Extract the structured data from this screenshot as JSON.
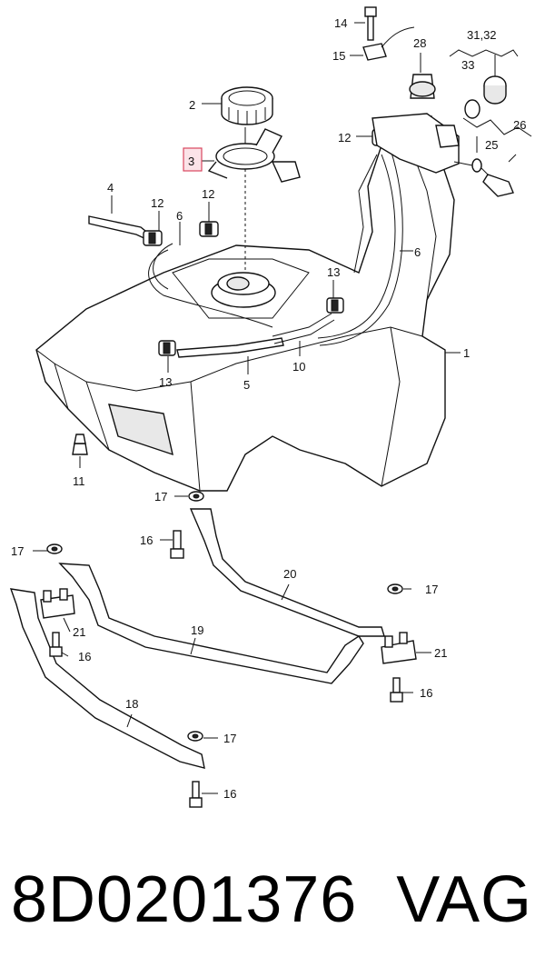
{
  "diagram": {
    "callouts": {
      "c1": "1",
      "c2": "2",
      "c3": "3",
      "c4": "4",
      "c5": "5",
      "c6a": "6",
      "c6b": "6",
      "c10": "10",
      "c11": "11",
      "c12a": "12",
      "c12b": "12",
      "c12c": "12",
      "c13a": "13",
      "c13b": "13",
      "c14": "14",
      "c15": "15",
      "c16a": "16",
      "c16b": "16",
      "c16c": "16",
      "c16d": "16",
      "c17a": "17",
      "c17b": "17",
      "c17c": "17",
      "c17d": "17",
      "c18": "18",
      "c19": "19",
      "c20": "20",
      "c21a": "21",
      "c21b": "21",
      "c25": "25",
      "c26": "26",
      "c28": "28",
      "c3132": "31,32",
      "c33": "33"
    },
    "highlighted_callout": "3",
    "highlight_color": "#d9475f"
  },
  "footer": {
    "part_number": "8D0201376",
    "brand": "VAG"
  }
}
